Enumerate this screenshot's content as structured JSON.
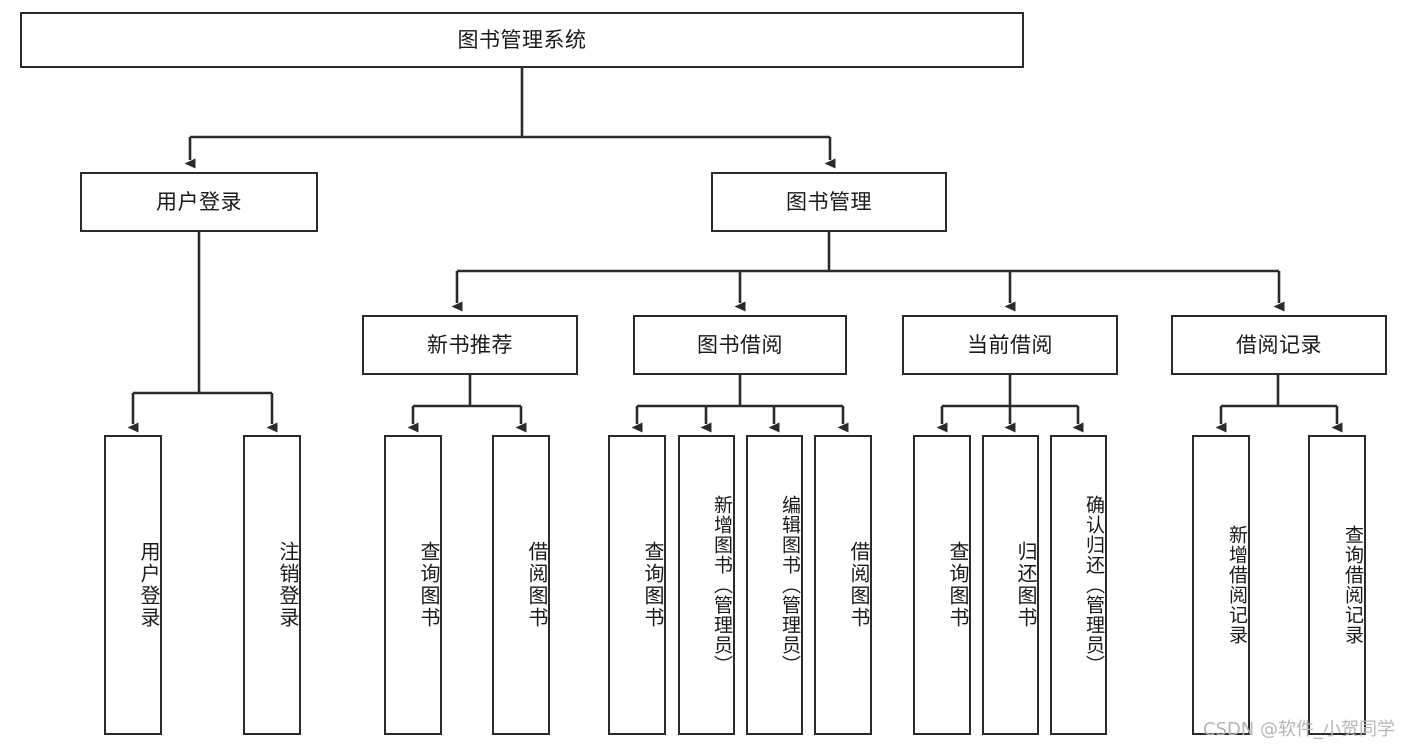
{
  "diagram": {
    "type": "tree-hierarchy",
    "title": "图书管理系统",
    "root": {
      "id": "root",
      "label": "图书管理系统",
      "level": 1
    },
    "level2": [
      {
        "id": "user-login",
        "label": "用户登录"
      },
      {
        "id": "book-management",
        "label": "图书管理"
      }
    ],
    "level3": [
      {
        "id": "new-book-recommend",
        "label": "新书推荐",
        "parent": "book-management"
      },
      {
        "id": "book-borrow",
        "label": "图书借阅",
        "parent": "book-management"
      },
      {
        "id": "current-borrow",
        "label": "当前借阅",
        "parent": "book-management"
      },
      {
        "id": "borrow-record",
        "label": "借阅记录",
        "parent": "book-management"
      }
    ],
    "leaves": [
      {
        "id": "leaf-user-login",
        "label": "用户登录",
        "parent": "user-login"
      },
      {
        "id": "leaf-logout",
        "label": "注销登录",
        "parent": "user-login"
      },
      {
        "id": "leaf-query-book-1",
        "label": "查询图书",
        "parent": "new-book-recommend"
      },
      {
        "id": "leaf-borrow-book-1",
        "label": "借阅图书",
        "parent": "new-book-recommend"
      },
      {
        "id": "leaf-query-book-2",
        "label": "查询图书",
        "parent": "book-borrow"
      },
      {
        "id": "leaf-add-book",
        "label": "新增图书（管理员）",
        "parent": "book-borrow"
      },
      {
        "id": "leaf-edit-book",
        "label": "编辑图书（管理员）",
        "parent": "book-borrow"
      },
      {
        "id": "leaf-borrow-book-2",
        "label": "借阅图书",
        "parent": "book-borrow"
      },
      {
        "id": "leaf-query-book-3",
        "label": "查询图书",
        "parent": "current-borrow"
      },
      {
        "id": "leaf-return-book",
        "label": "归还图书",
        "parent": "current-borrow"
      },
      {
        "id": "leaf-confirm-return",
        "label": "确认归还（管理员）",
        "parent": "current-borrow"
      },
      {
        "id": "leaf-add-record",
        "label": "新增借阅记录",
        "parent": "borrow-record"
      },
      {
        "id": "leaf-query-record",
        "label": "查询借阅记录",
        "parent": "borrow-record"
      }
    ],
    "colors": {
      "stroke": "#2b2b2b",
      "fill": "#ffffff",
      "text": "#1a1a1a",
      "watermark": "#b6b6b6"
    }
  },
  "watermark": {
    "text": "CSDN @软件_小贺同学"
  }
}
